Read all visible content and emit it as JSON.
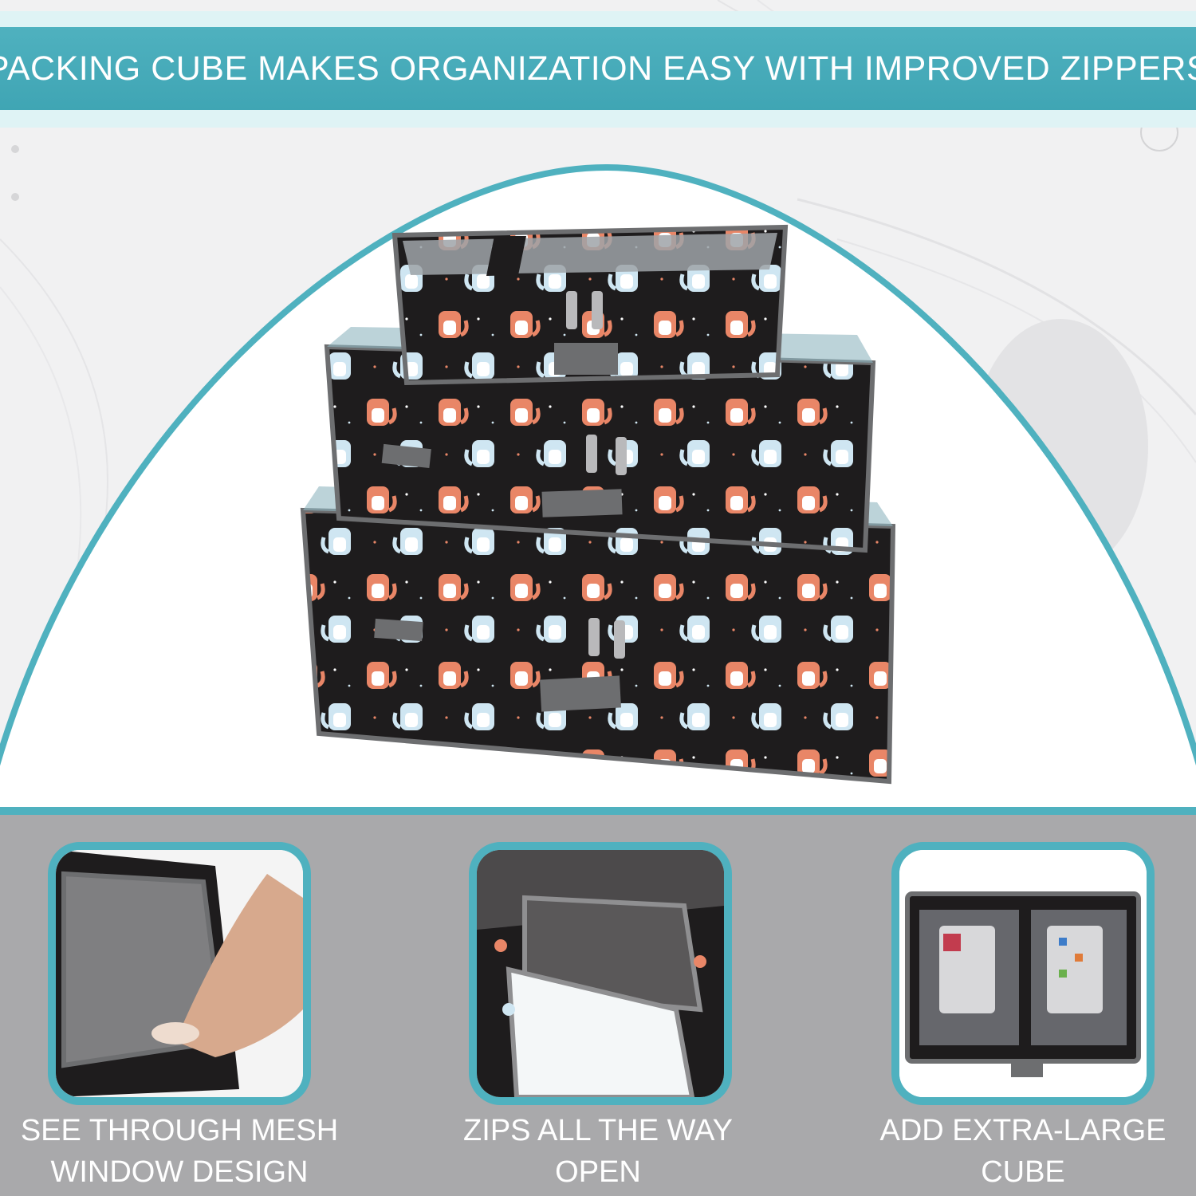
{
  "banner": {
    "title": "PACKING CUBE MAKES ORGANIZATION EASY WITH IMPROVED ZIPPERS"
  },
  "features": [
    {
      "caption_line1": "SEE THROUGH MESH",
      "caption_line2": "WINDOW DESIGN"
    },
    {
      "caption_line1": "ZIPS ALL THE WAY OPEN",
      "caption_line2": ""
    },
    {
      "caption_line1": "ADD EXTRA-LARGE",
      "caption_line2": "CUBE"
    }
  ],
  "colors": {
    "accent": "#4fb1bf",
    "panel": "#a9a9ab",
    "fabric": "#1e1c1d",
    "trim": "#6d6e70",
    "cat_orange": "#e98667",
    "cat_blue": "#cfe6f2"
  }
}
